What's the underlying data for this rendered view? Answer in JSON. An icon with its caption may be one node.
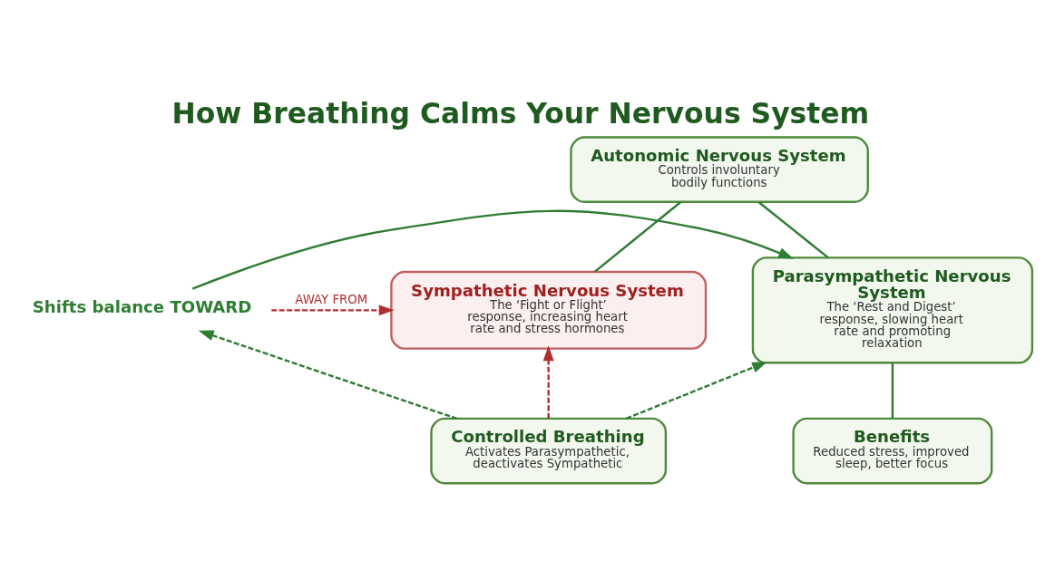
{
  "diagram": {
    "title": "How Breathing Calms Your Nervous System",
    "nodes": [
      {
        "text": [
          "Autonomic Nervous System",
          "Controls involuntary bodily functions"
        ]
      },
      {
        "text": [
          "Sympathetic Nervous System",
          "The ‘Fight or Flight’ response, increasing heart rate and stress hormones"
        ]
      },
      {
        "text": [
          "Shifts balance TOWARD"
        ]
      },
      {
        "text": [
          "Parasympathetic Nervous System",
          "The ‘Rest and Digest’ response, slowing heart rate and promoting relaxation"
        ]
      },
      {
        "text": [
          "Controlled Breathing",
          "Activates Parasympathetic, deactivates Sympathetic"
        ]
      },
      {
        "text": [
          "Benefits",
          "Reduced stress, improved sleep, better focus"
        ]
      }
    ],
    "edges": [
      {
        "from": 0,
        "to": 1,
        "arrow": "none"
      },
      {
        "from": 0,
        "to": 3,
        "arrow": "none"
      },
      {
        "from": 4,
        "to": 2,
        "arrow": "to",
        "style": "dashed"
      },
      {
        "from": 2,
        "to": 3,
        "arrow": "to"
      },
      {
        "from": 2,
        "to": 1,
        "arrow": "to",
        "style": "dashed",
        "color": "#b03030",
        "label": "AWAY FROM"
      },
      {
        "from": 4,
        "to": 1,
        "arrow": "to",
        "style": "dashed",
        "color": "#b03030"
      },
      {
        "from": 4,
        "to": 3,
        "arrow": "to",
        "style": "dashed"
      },
      {
        "from": 3,
        "to": 5,
        "arrow": "none"
      }
    ]
  }
}
